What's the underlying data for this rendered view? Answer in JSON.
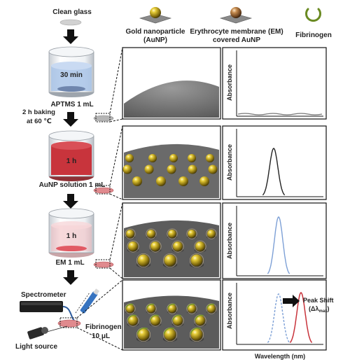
{
  "legend": {
    "aunp_line1": "Gold nanoparticle",
    "aunp_line2": "(AuNP)",
    "em_line1": "Erythrocyte membrane (EM)",
    "em_line2": "covered AuNP",
    "fibrinogen": "Fibrinogen"
  },
  "steps": {
    "clean_glass": "Clean glass",
    "beaker1_time": "30 min",
    "beaker1_label": "APTMS 1 mL",
    "baking_line1": "2 h baking",
    "baking_line2": "at 60 ℃",
    "beaker2_time": "1 h",
    "beaker2_label": "AuNP solution 1 mL",
    "beaker3_time": "1 h",
    "beaker3_label": "EM 1 mL",
    "spectrometer": "Spectrometer",
    "light_source": "Light source",
    "fibrinogen_line1": "Fibrinogen",
    "fibrinogen_line2": "10 μL"
  },
  "spectra": {
    "ylabel": "Absorbance",
    "xlabel": "Wavelength (nm)",
    "peak_shift_line1": "Peak Shift",
    "peak_shift_line2": "(Δλ",
    "peak_shift_sub": "max",
    "peak_shift_close": ")"
  },
  "colors": {
    "beaker1_liquid": "#a9c4e8",
    "beaker2_liquid": "#c8343c",
    "beaker3_liquid": "#f0b9bd",
    "peak_aunp": "#222222",
    "peak_em": "#7da0d6",
    "peak_fibrinogen": "#c8323a"
  }
}
